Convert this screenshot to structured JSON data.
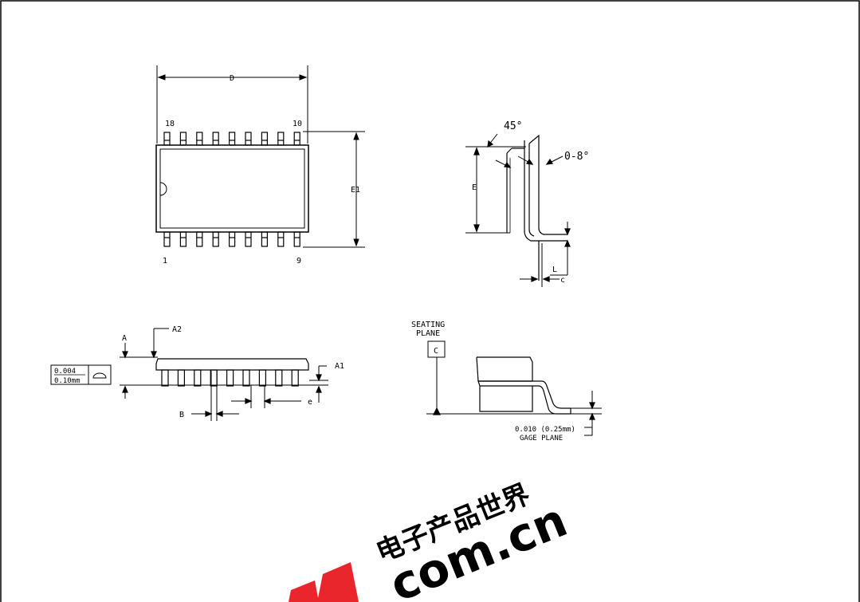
{
  "top_view": {
    "dim_d": "D",
    "dim_e1": "E1",
    "pin_18": "18",
    "pin_10": "10",
    "pin_1": "1",
    "pin_9": "9"
  },
  "side_view": {
    "angle_45": "45°",
    "angle_range": "0-8°",
    "dim_e": "E",
    "dim_l": "L",
    "dim_c": "c"
  },
  "front_view": {
    "dim_a": "A",
    "dim_a2": "A2",
    "dim_a1": "A1",
    "dim_b": "B",
    "dim_e": "e",
    "coplanarity_inch": "0.004",
    "coplanarity_mm": "0.10mm"
  },
  "seating_view": {
    "seating_line1": "SEATING",
    "seating_line2": "PLANE",
    "datum": "C",
    "gage_value": "0.010 (0.25mm)",
    "gage_label": "GAGE PLANE"
  },
  "watermark": {
    "text_cn": "电子产品世界",
    "text_site": "com.cn",
    "color": "#e8262b"
  }
}
